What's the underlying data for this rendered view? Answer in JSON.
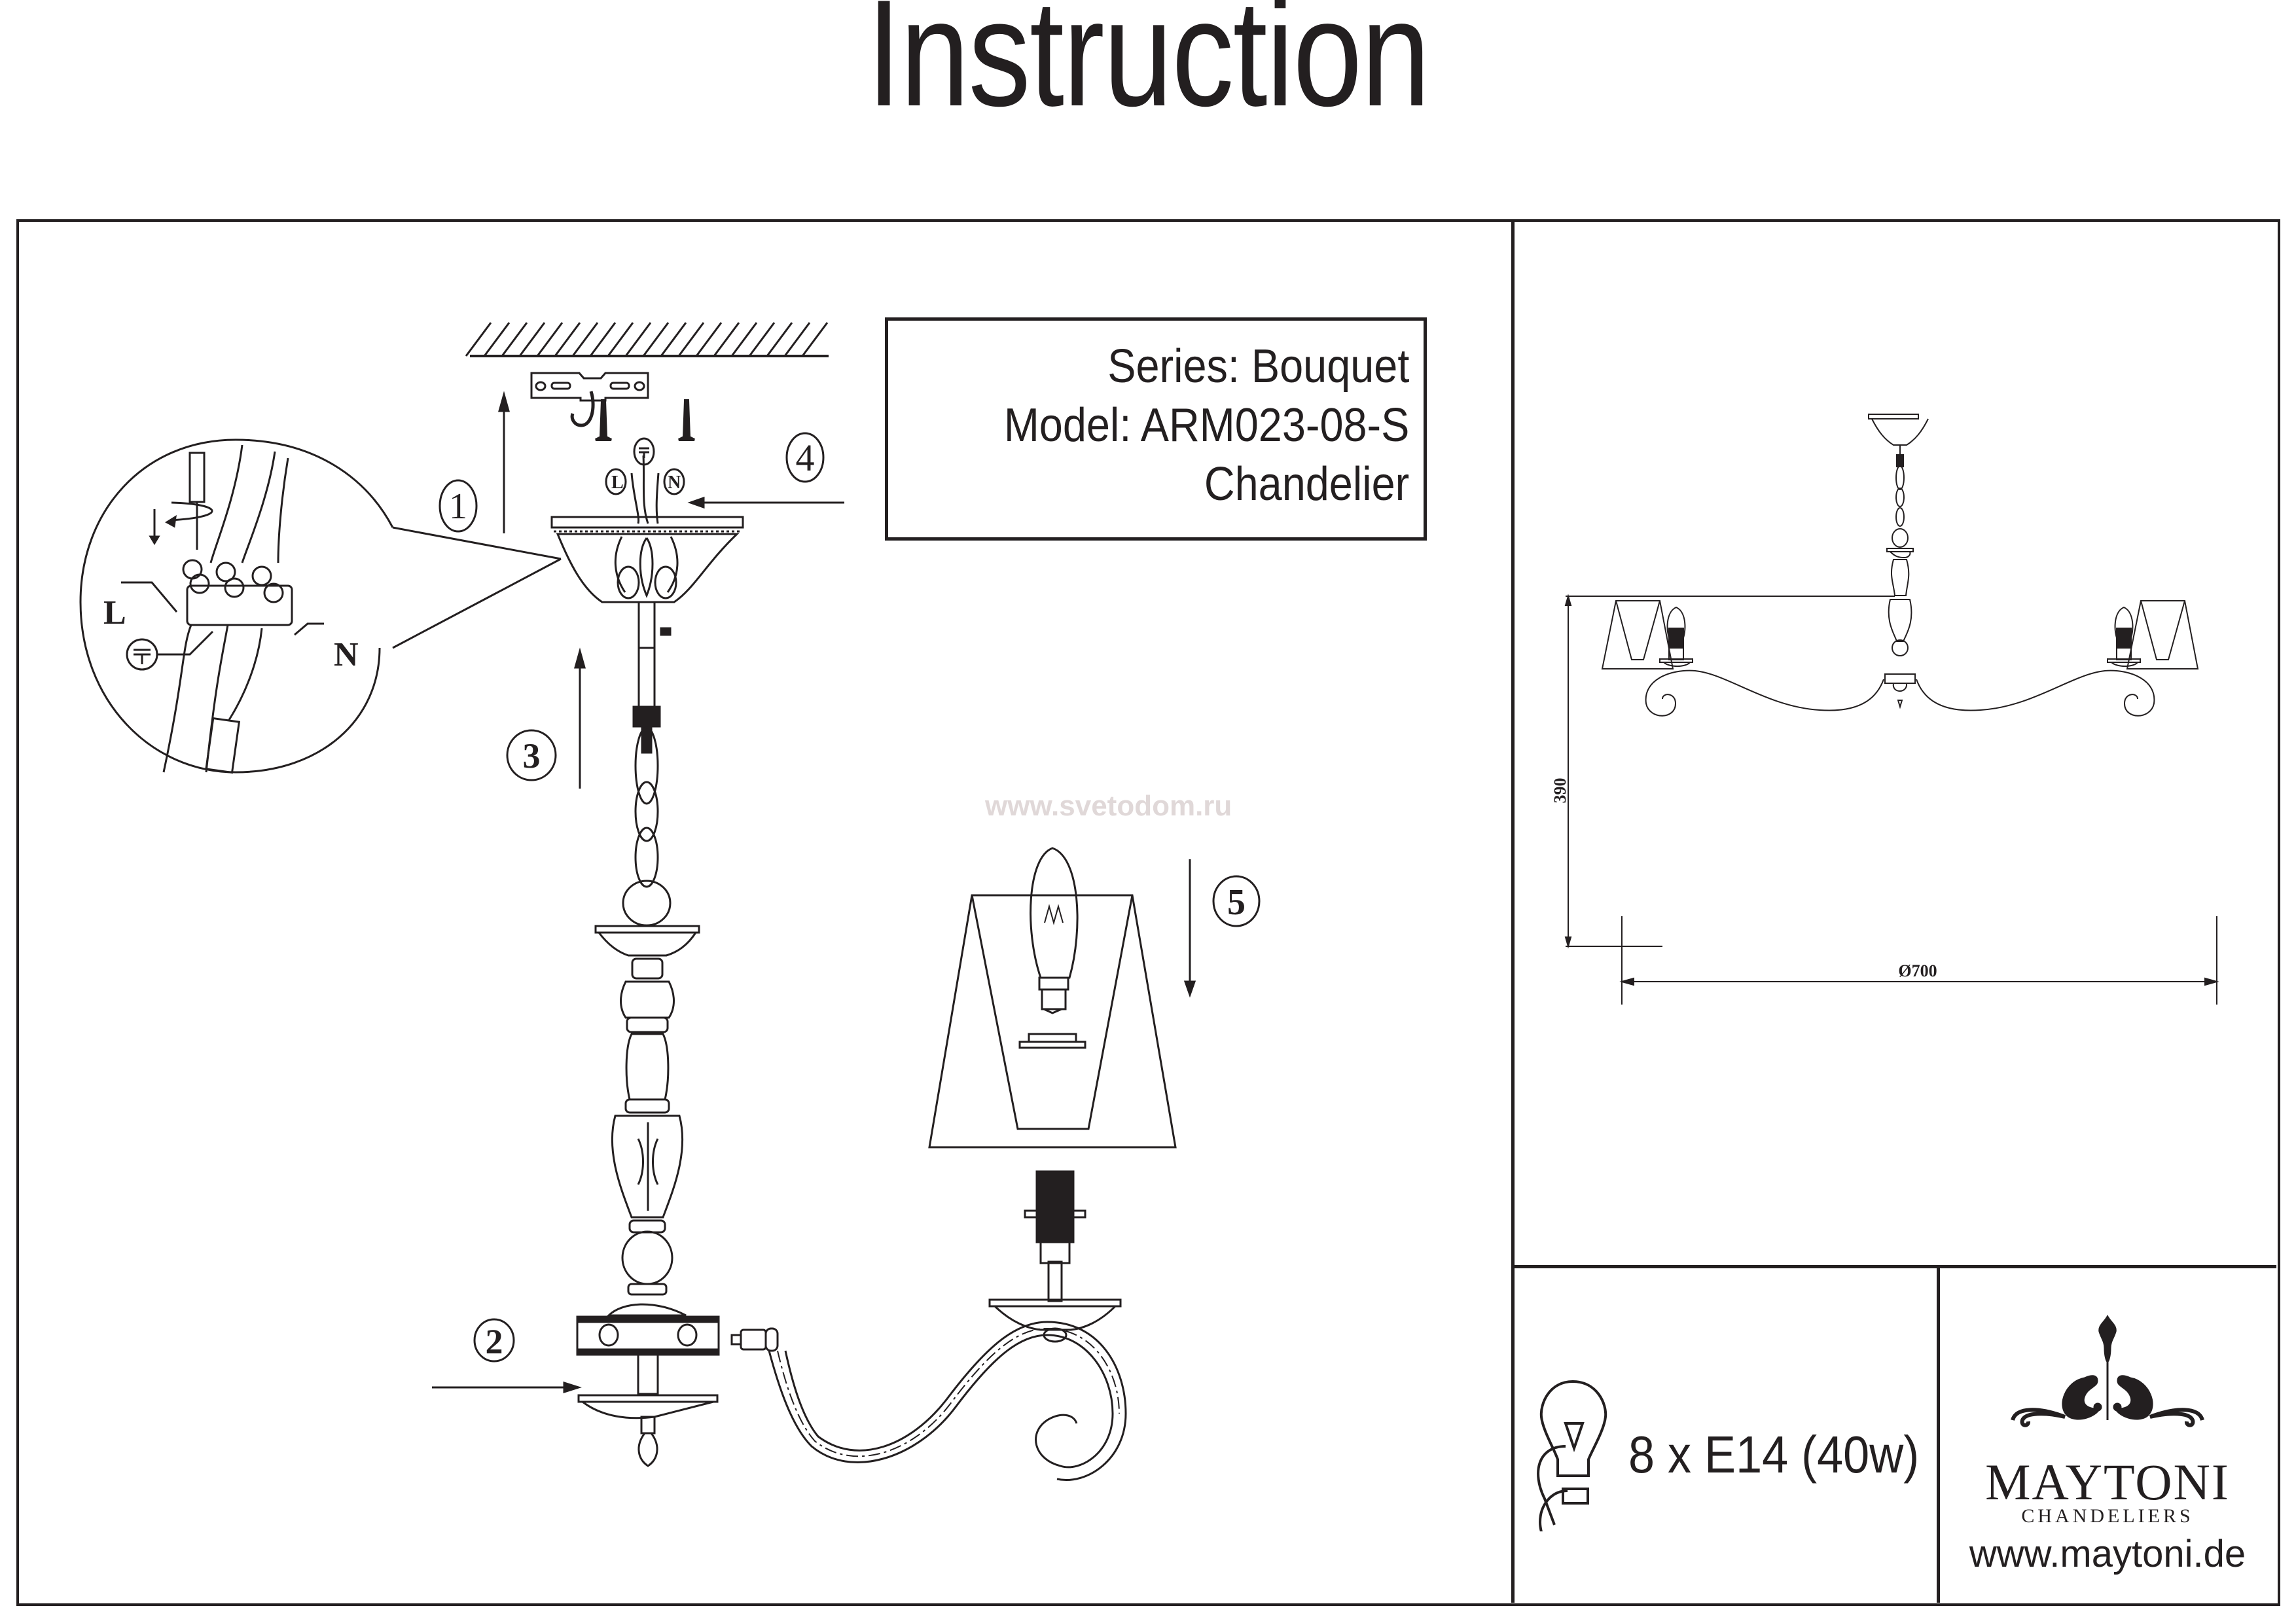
{
  "title": "Instruction",
  "product": {
    "series": "Series: Bouquet",
    "model": "Model: ARM023-08-S",
    "type": "Chandelier"
  },
  "watermark": "www.svetodom.ru",
  "steps": [
    {
      "number": "1",
      "direction": "up"
    },
    {
      "number": "2",
      "direction": "right"
    },
    {
      "number": "3",
      "direction": "up"
    },
    {
      "number": "4",
      "direction": "left"
    },
    {
      "number": "5",
      "direction": "down"
    }
  ],
  "wiring_labels": {
    "live": "L",
    "neutral": "N",
    "earth_icon": "earth-ground-icon"
  },
  "dimensions": {
    "height": "390",
    "diameter": "Ø700"
  },
  "bulb_spec": "8 x E14 (40w)",
  "brand": {
    "name": "MAYTONI",
    "subtitle": "CHANDELIERS",
    "url": "www.maytoni.de"
  }
}
